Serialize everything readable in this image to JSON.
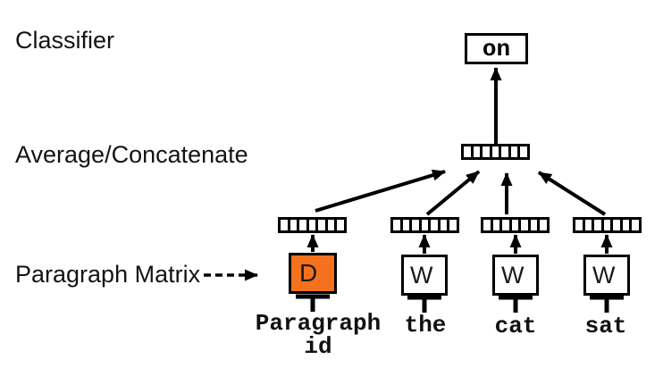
{
  "diagram": {
    "side_labels": {
      "classifier": "Classifier",
      "average_concatenate": "Average/Concatenate",
      "paragraph_matrix": "Paragraph Matrix"
    },
    "output": {
      "predicted_word": "on"
    },
    "matrices": {
      "paragraph_matrix_letter": "D",
      "word_matrix_letter": "W"
    },
    "inputs": {
      "paragraph_id_line1": "Paragraph",
      "paragraph_id_line2": "id",
      "word_1": "the",
      "word_2": "cat",
      "word_3": "sat"
    },
    "vector_cells": 7,
    "colors": {
      "paragraph_matrix_fill": "#F4711D",
      "line_color": "#000000",
      "background": "#FFFFFF"
    }
  }
}
